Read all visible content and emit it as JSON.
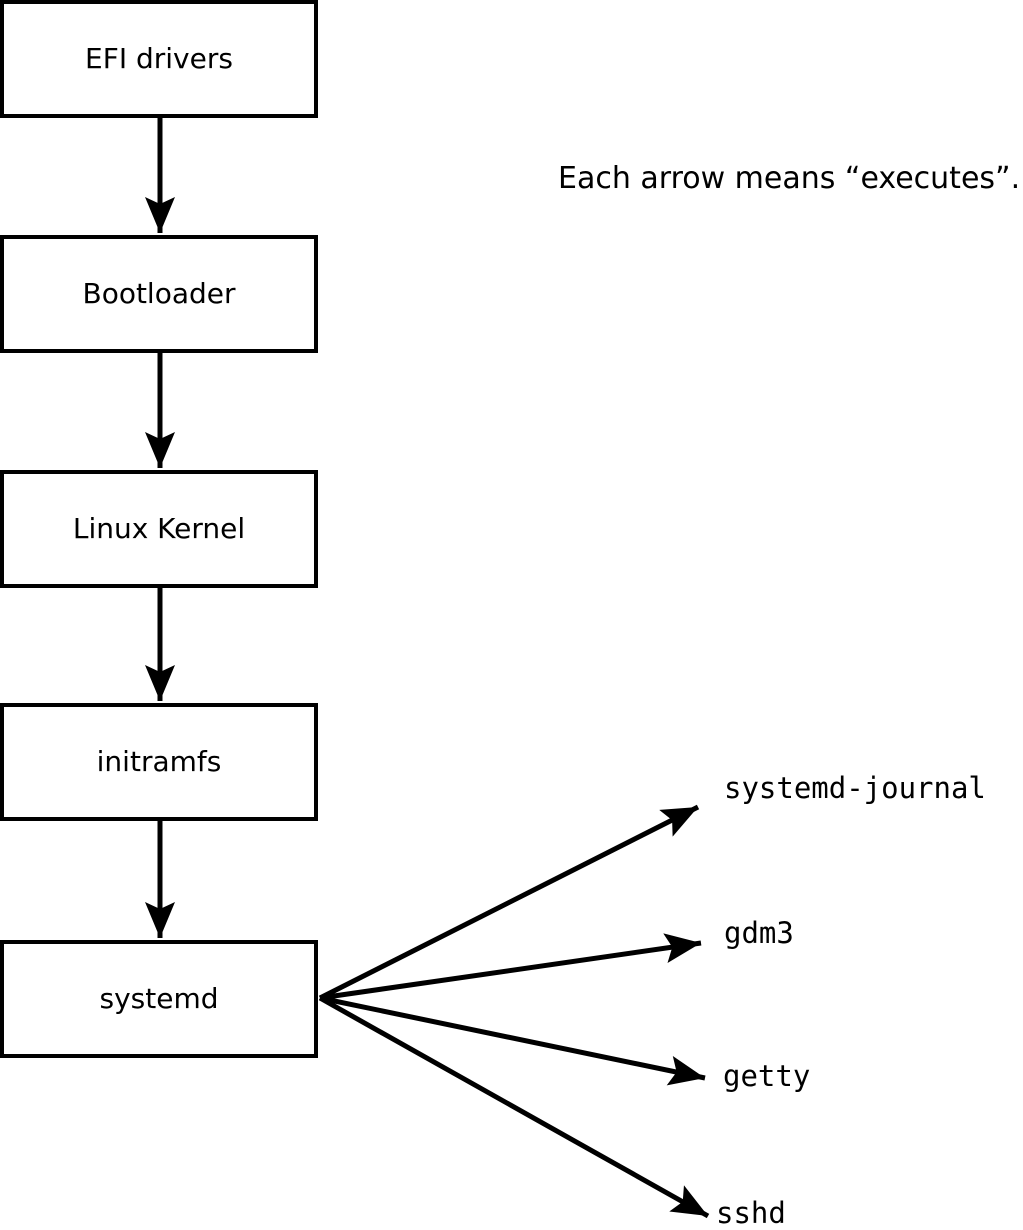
{
  "diagram": {
    "annotation": "Each arrow means “executes”.",
    "arrow_meaning": "executes",
    "chain": [
      {
        "label": "EFI drivers"
      },
      {
        "label": "Bootloader"
      },
      {
        "label": "Linux Kernel"
      },
      {
        "label": "initramfs"
      },
      {
        "label": "systemd"
      }
    ],
    "spawned_processes": [
      {
        "label": "systemd-journal"
      },
      {
        "label": "gdm3"
      },
      {
        "label": "getty"
      },
      {
        "label": "sshd"
      }
    ],
    "edges": [
      {
        "from": "EFI drivers",
        "to": "Bootloader"
      },
      {
        "from": "Bootloader",
        "to": "Linux Kernel"
      },
      {
        "from": "Linux Kernel",
        "to": "initramfs"
      },
      {
        "from": "initramfs",
        "to": "systemd"
      },
      {
        "from": "systemd",
        "to": "systemd-journal"
      },
      {
        "from": "systemd",
        "to": "gdm3"
      },
      {
        "from": "systemd",
        "to": "getty"
      },
      {
        "from": "systemd",
        "to": "sshd"
      }
    ],
    "colors": {
      "stroke": "#000000",
      "background": "#ffffff",
      "box_fill": "#ffffff"
    }
  }
}
